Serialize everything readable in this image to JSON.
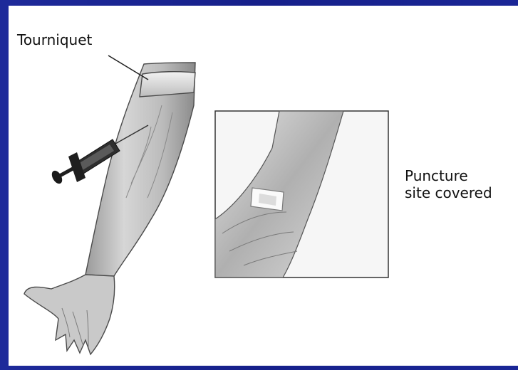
{
  "diagram": {
    "labels": {
      "tourniquet": "Tourniquet",
      "puncture_line1": "Puncture",
      "puncture_line2": "site covered"
    },
    "colors": {
      "background": "#1a2490",
      "panel": "#ffffff",
      "skin": "#c8c8c8",
      "skin_shadow": "#8e8e8e",
      "outline": "#444444",
      "syringe": "#2a2a2a"
    }
  }
}
